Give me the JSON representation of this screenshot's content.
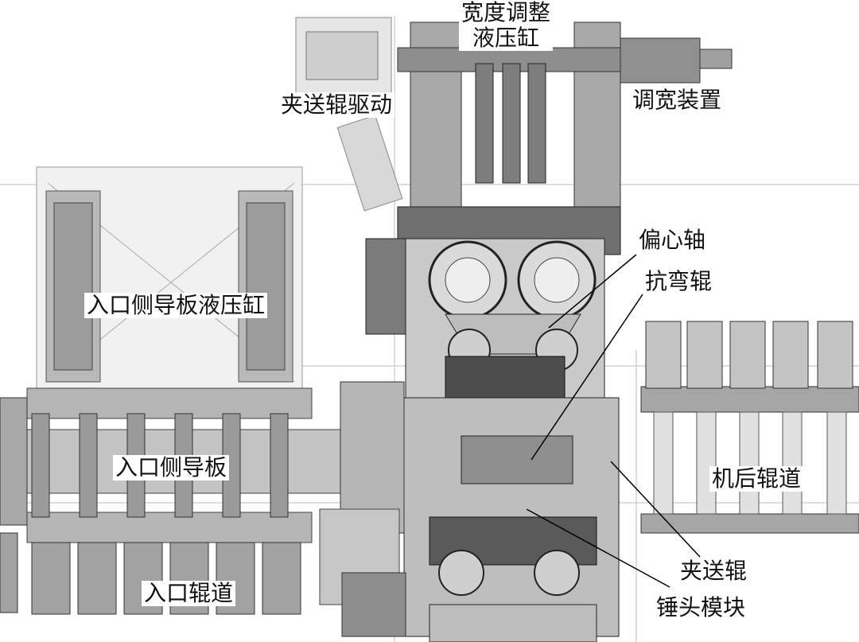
{
  "labels": {
    "width_adjust_cylinder_line1": "宽度调整",
    "width_adjust_cylinder_line2": "液压缸",
    "pinch_roll_drive": "夹送辊驱动",
    "width_adjust_device": "调宽装置",
    "eccentric_shaft": "偏心轴",
    "anti_bending_roll": "抗弯辊",
    "entry_side_guide_cylinder": "入口侧导板液压缸",
    "entry_side_guide": "入口侧导板",
    "exit_roller_table": "机后辊道",
    "pinch_roll": "夹送辊",
    "hammer_module": "锤头模块",
    "entry_roller_table": "入口辊道"
  }
}
